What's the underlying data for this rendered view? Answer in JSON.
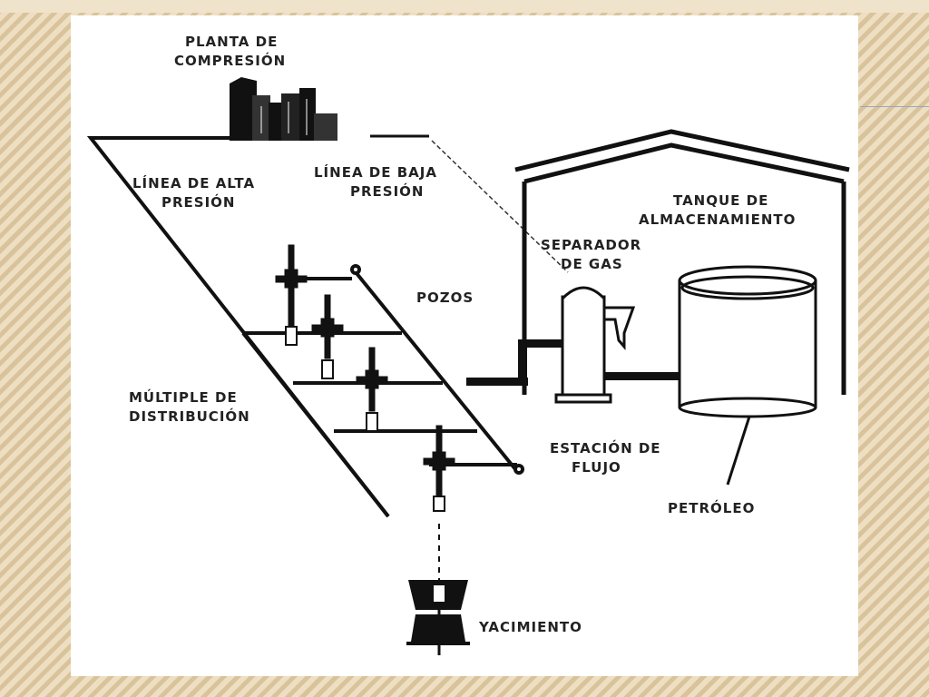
{
  "diagram": {
    "labels": {
      "compression_plant": [
        "PLANTA DE",
        "COMPRESIÓN"
      ],
      "high_pressure_line": [
        "LÍNEA DE ALTA",
        "PRESIÓN"
      ],
      "low_pressure_line": [
        "LÍNEA DE BAJA",
        "PRESIÓN"
      ],
      "storage_tank": [
        "TANQUE DE",
        "ALMACENAMIENTO"
      ],
      "gas_separator": [
        "SEPARADOR",
        "DE GAS"
      ],
      "wells": "POZOS",
      "distribution_manifold": [
        "MÚLTIPLE DE",
        "DISTRIBUCIÓN"
      ],
      "flow_station": [
        "ESTACIÓN DE",
        "FLUJO"
      ],
      "oil": "PETRÓLEO",
      "reservoir": "YACIMIENTO"
    }
  }
}
